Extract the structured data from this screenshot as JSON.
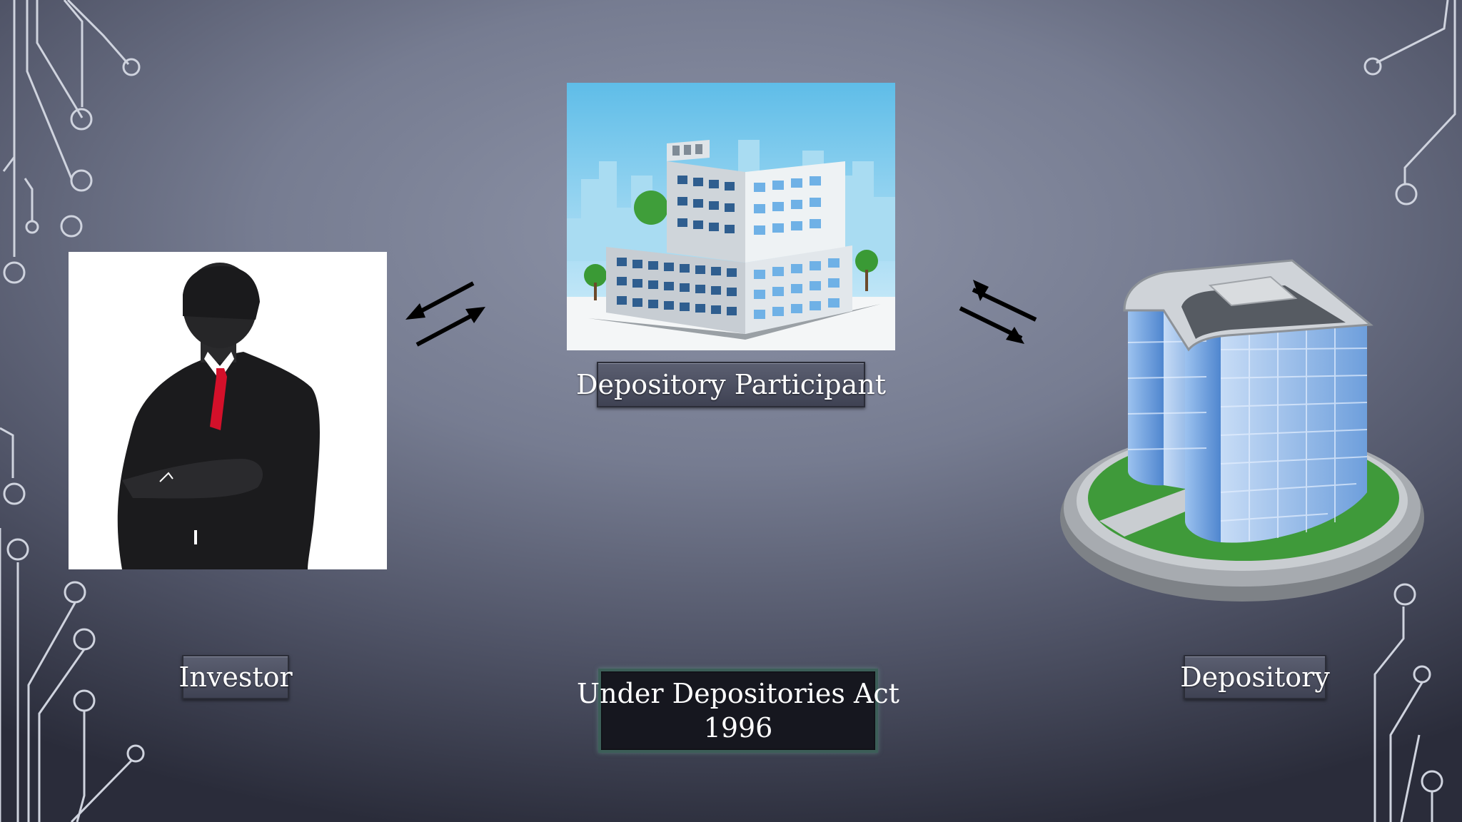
{
  "nodes": {
    "investor": {
      "label": "Investor"
    },
    "participant": {
      "label": "Depository Participant"
    },
    "depository": {
      "label": "Depository"
    }
  },
  "footer": {
    "line1": "Under Depositories Act",
    "line2": "1996"
  },
  "colors": {
    "label_box": "#4a4d5e",
    "act_border": "#3c5e58",
    "tie": "#d4102a",
    "sky": "#86cfee",
    "glass": "#6f9fd8",
    "lawn": "#3f9a3a"
  }
}
